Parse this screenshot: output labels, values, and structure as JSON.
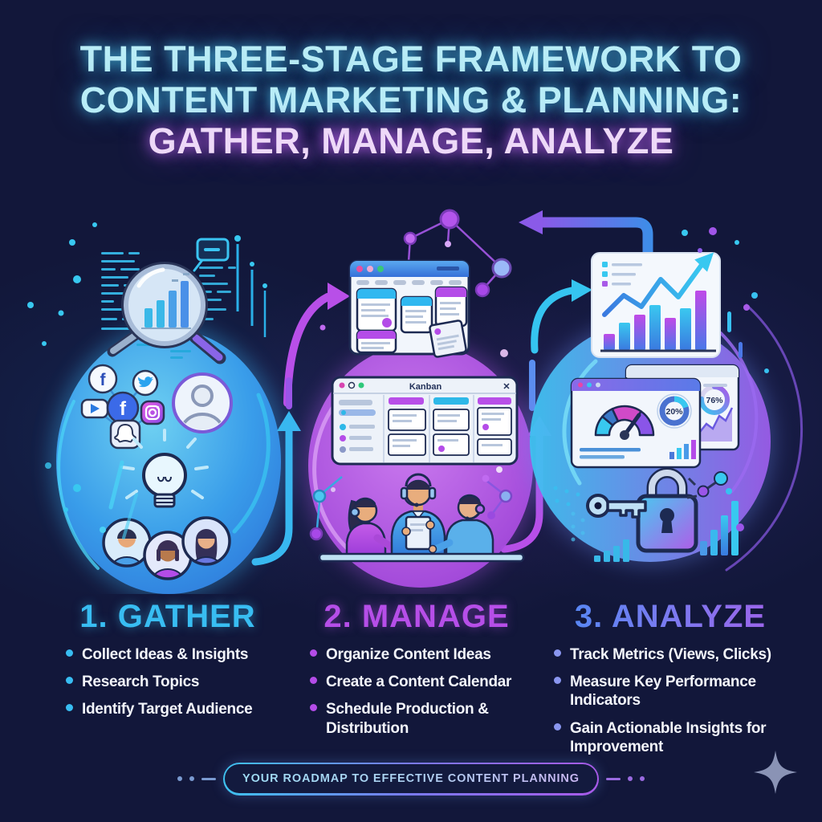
{
  "title": {
    "line1": "THE THREE-STAGE FRAMEWORK TO",
    "line2": "CONTENT MARKETING & PLANNING:",
    "line3": "GATHER, MANAGE, ANALYZE"
  },
  "stages": [
    {
      "heading": "1. GATHER",
      "accent_color": "#38BDF2",
      "bullets": [
        "Collect Ideas & Insights",
        "Research Topics",
        "Identify Target Audience"
      ]
    },
    {
      "heading": "2. MANAGE",
      "accent_color": "#B64EE8",
      "bullets": [
        "Organize Content Ideas",
        "Create a Content Calendar",
        "Schedule Production & Distribution"
      ]
    },
    {
      "heading": "3. ANALYZE",
      "accent_color_start": "#4A8CF5",
      "accent_color_end": "#A85CE8",
      "bullets": [
        "Track Metrics (Views, Clicks)",
        "Measure Key Performance Indicators",
        "Gain Actionable Insights for Improvement"
      ]
    }
  ],
  "art": {
    "kanban_title": "Kanban",
    "close_glyph": "✕",
    "gauge_percent": "20%",
    "donut_percent": "76%",
    "facebook_glyph": "f"
  },
  "footer": {
    "banner": "YOUR ROADMAP TO EFFECTIVE CONTENT PLANNING"
  },
  "colors": {
    "background": "#12173A",
    "title_cyan": "#B9EDF7",
    "title_pink": "#EED9F8",
    "bullet_text": "#F2F4FA",
    "banner_gradient_start": "#3EC2F0",
    "banner_gradient_end": "#A85AE8",
    "gather_blob": "#3AA8EE",
    "manage_blob": "#A94FE0",
    "analyze_blob_start": "#3EC2F0",
    "analyze_blob_end": "#9A5CE8"
  }
}
